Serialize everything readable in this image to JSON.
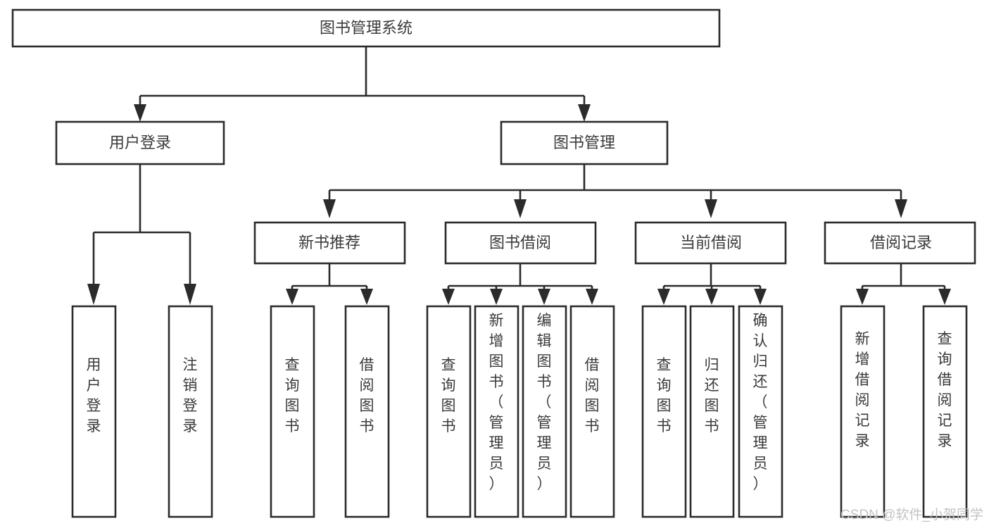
{
  "diagram": {
    "type": "tree-hierarchy",
    "title": "图书管理系统",
    "orientation": "top-down",
    "colors": {
      "box_stroke": "#2b2b2b",
      "box_fill": "#ffffff",
      "text": "#3a3a3a",
      "background": "#ffffff",
      "watermark": "#c3c3c3"
    },
    "root": {
      "label": "图书管理系统"
    },
    "level2": [
      {
        "id": "user-login",
        "label": "用户登录"
      },
      {
        "id": "book-manage",
        "label": "图书管理"
      }
    ],
    "level3": [
      {
        "id": "new-book-recommend",
        "label": "新书推荐",
        "parent": "book-manage"
      },
      {
        "id": "book-borrow",
        "label": "图书借阅",
        "parent": "book-manage"
      },
      {
        "id": "current-borrow",
        "label": "当前借阅",
        "parent": "book-manage"
      },
      {
        "id": "borrow-record",
        "label": "借阅记录",
        "parent": "book-manage"
      }
    ],
    "leaves": {
      "user-login": [
        {
          "id": "leaf-user-login",
          "label": "用户登录"
        },
        {
          "id": "leaf-logout",
          "label": "注销登录"
        }
      ],
      "new-book-recommend": [
        {
          "id": "leaf-query-book-1",
          "label": "查询图书"
        },
        {
          "id": "leaf-borrow-book-1",
          "label": "借阅图书"
        }
      ],
      "book-borrow": [
        {
          "id": "leaf-query-book-2",
          "label": "查询图书"
        },
        {
          "id": "leaf-add-book",
          "label": "新增图书（管理员）"
        },
        {
          "id": "leaf-edit-book",
          "label": "编辑图书（管理员）"
        },
        {
          "id": "leaf-borrow-book-2",
          "label": "借阅图书"
        }
      ],
      "current-borrow": [
        {
          "id": "leaf-query-book-3",
          "label": "查询图书"
        },
        {
          "id": "leaf-return-book",
          "label": "归还图书"
        },
        {
          "id": "leaf-confirm-return",
          "label": "确认归还（管理员）"
        }
      ],
      "borrow-record": [
        {
          "id": "leaf-add-record",
          "label": "新增借阅记录"
        },
        {
          "id": "leaf-query-record",
          "label": "查询借阅记录"
        }
      ]
    }
  },
  "watermark": {
    "text": "CSDN @软件_小贺同学"
  }
}
